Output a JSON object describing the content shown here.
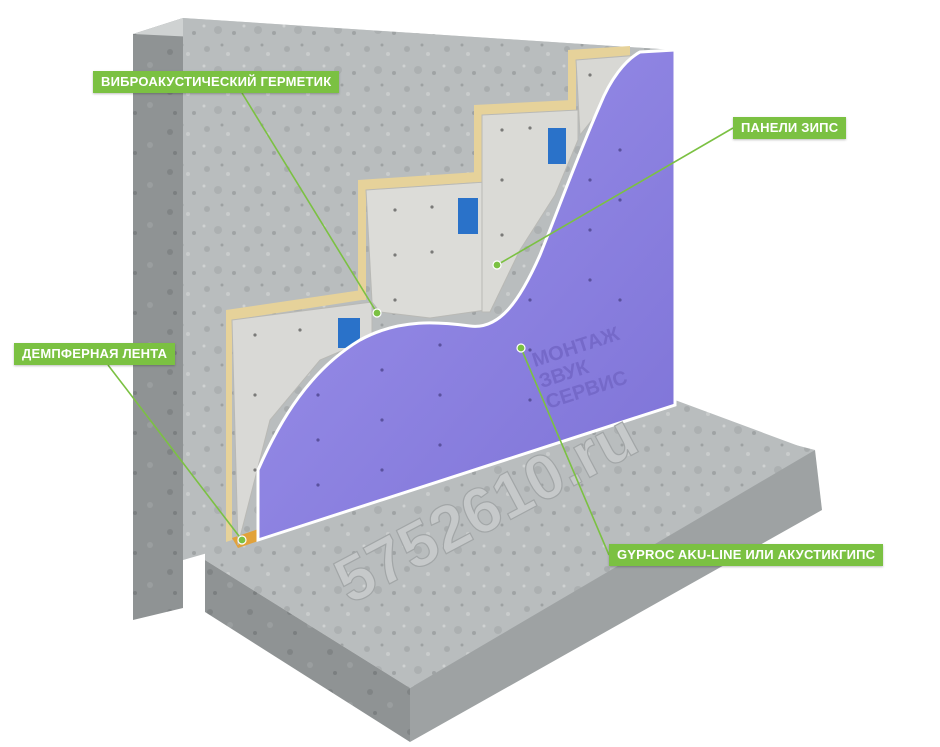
{
  "callouts": {
    "sealant": "ВИБРОАКУСТИЧЕСКИЙ ГЕРМЕТИК",
    "zips_panels": "ПАНЕЛИ ЗИПС",
    "damper_tape": "ДЕМПФЕРНАЯ ЛЕНТА",
    "gyproc": "GYPROC AKU-LINE ИЛИ АКУСТИКГИПС"
  },
  "watermark": {
    "logo_line1": "МОНТАЖ",
    "logo_line2": "ЗВУК",
    "logo_line3": "СЕРВИС",
    "phone": "5752610.ru"
  },
  "colors": {
    "accent": "#7bc142",
    "purple_board": "#8a7fe0",
    "panel_board": "#d9d9d6",
    "mineral_wool": "#e6d29a",
    "damper_tape": "#e2a23a",
    "concrete": "#b8bcbd"
  }
}
